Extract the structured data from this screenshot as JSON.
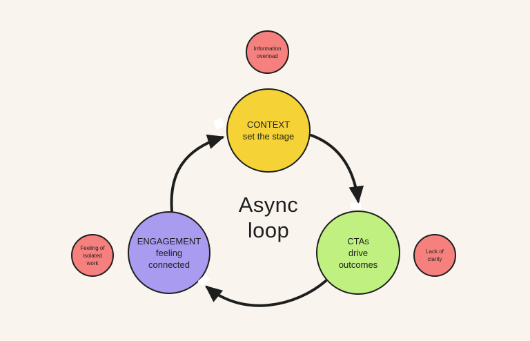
{
  "canvas": {
    "background": "#F9F5EE",
    "stroke_color": "#1E1E1E",
    "text_color": "#1E1E1E"
  },
  "diagram": {
    "center_label": "Async\nloop",
    "nodes": [
      {
        "id": "context",
        "label": "CONTEXT\nset the stage",
        "color": "#F5D235"
      },
      {
        "id": "ctas",
        "label": "CTAs\ndrive\noutcomes",
        "color": "#BFF080"
      },
      {
        "id": "engagement",
        "label": "ENGAGEMENT\nfeeling\nconnected",
        "color": "#A89BF0"
      }
    ],
    "pain_points": [
      {
        "id": "information-overload",
        "label": "Information\noverload",
        "color": "#F5807D"
      },
      {
        "id": "feeling-of-isolated-work",
        "label": "Feeling of\nisolated\nwork",
        "color": "#F5807D"
      },
      {
        "id": "lack-of-clarity",
        "label": "Lack of\nclarity",
        "color": "#F5807D"
      }
    ],
    "connectors": [
      {
        "from": "context",
        "to": "ctas"
      },
      {
        "from": "ctas",
        "to": "engagement"
      },
      {
        "from": "engagement",
        "to": "context"
      }
    ]
  }
}
